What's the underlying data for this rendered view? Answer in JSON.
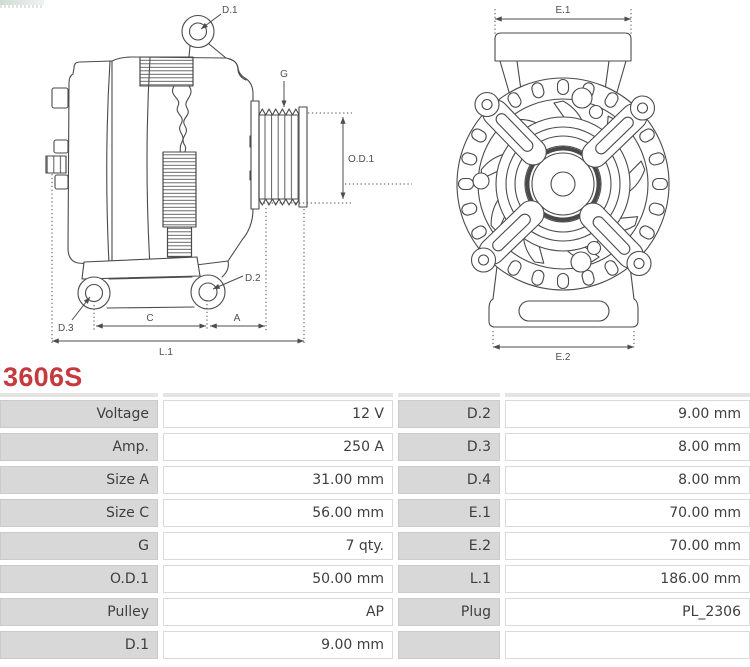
{
  "part_number": "3606S",
  "colors": {
    "accent_red": "#c43a3e",
    "table_label_bg": "#d8d8d8",
    "table_top_border": "#e4e4e4",
    "line_art": "#4a4a4a"
  },
  "diagram": {
    "side_view_labels": {
      "d1": "D.1",
      "g": "G",
      "od1": "O.D.1",
      "d2": "D.2",
      "d3": "D.3",
      "c": "C",
      "a": "A",
      "l1": "L.1"
    },
    "front_view_labels": {
      "e1": "E.1",
      "e2": "E.2"
    }
  },
  "table": {
    "rows": [
      {
        "label_left": "Voltage",
        "value_left": "12 V",
        "label_right": "D.2",
        "value_right": "9.00 mm"
      },
      {
        "label_left": "Amp.",
        "value_left": "250 A",
        "label_right": "D.3",
        "value_right": "8.00 mm"
      },
      {
        "label_left": "Size A",
        "value_left": "31.00 mm",
        "label_right": "D.4",
        "value_right": "8.00 mm"
      },
      {
        "label_left": "Size C",
        "value_left": "56.00 mm",
        "label_right": "E.1",
        "value_right": "70.00 mm"
      },
      {
        "label_left": "G",
        "value_left": "7 qty.",
        "label_right": "E.2",
        "value_right": "70.00 mm"
      },
      {
        "label_left": "O.D.1",
        "value_left": "50.00 mm",
        "label_right": "L.1",
        "value_right": "186.00 mm"
      },
      {
        "label_left": "Pulley",
        "value_left": "AP",
        "label_right": "Plug",
        "value_right": "PL_2306"
      },
      {
        "label_left": "D.1",
        "value_left": "9.00 mm",
        "label_right": "",
        "value_right": ""
      }
    ]
  }
}
